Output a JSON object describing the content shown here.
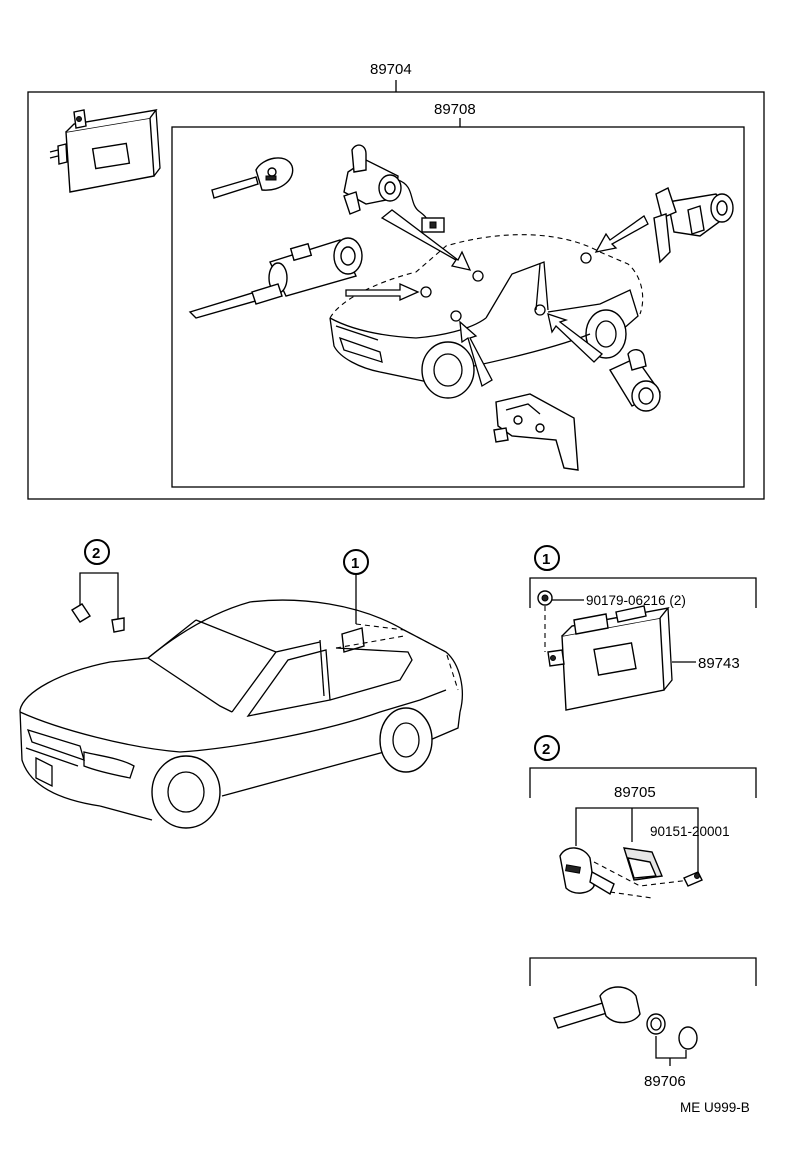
{
  "labels": {
    "assembly_top": "89704",
    "assembly_inner": "89708",
    "computer_unit": "89743",
    "screw": "90179-06216 (2)",
    "key_set": "89705",
    "key_screw": "90151-20001",
    "key_parts": "89706",
    "ref_code": "ME U999-B"
  },
  "callouts": {
    "one": "1",
    "two": "2"
  },
  "icons": [
    "circled-number-1",
    "circled-number-2",
    "key-icon",
    "lock-cylinder-icon",
    "car-outline",
    "control-module-icon",
    "screw-icon"
  ]
}
